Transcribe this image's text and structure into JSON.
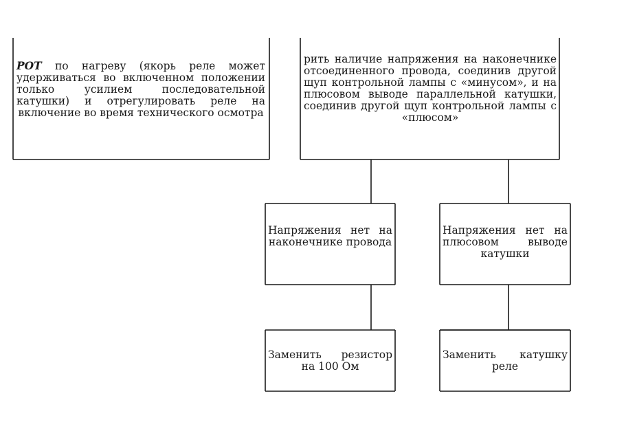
{
  "boxes": {
    "left_top": {
      "lead": "РОТ",
      "text": " по нагреву (якорь реле может удерживаться во включенном положении только усилием последовательной катушки) и отрегулировать реле на включение во время технического осмотра"
    },
    "right_top": {
      "text": "рить наличие напряжения на наконечнике отсоединенного провода, соединив другой щуп контрольной лампы с «минусом», и на плюсовом выводе параллельной катушки, соединив другой щуп контрольной лампы с «плюсом»"
    },
    "no_voltage_wire": {
      "text": "Напряжения нет на наконечнике провода"
    },
    "no_voltage_coil": {
      "text": "Напряжения нет на плюсовом выводе катушки"
    },
    "replace_resistor": {
      "text": "Заменить резистор на 100 Ом"
    },
    "replace_coil": {
      "text": "Заменить катушку реле"
    }
  }
}
